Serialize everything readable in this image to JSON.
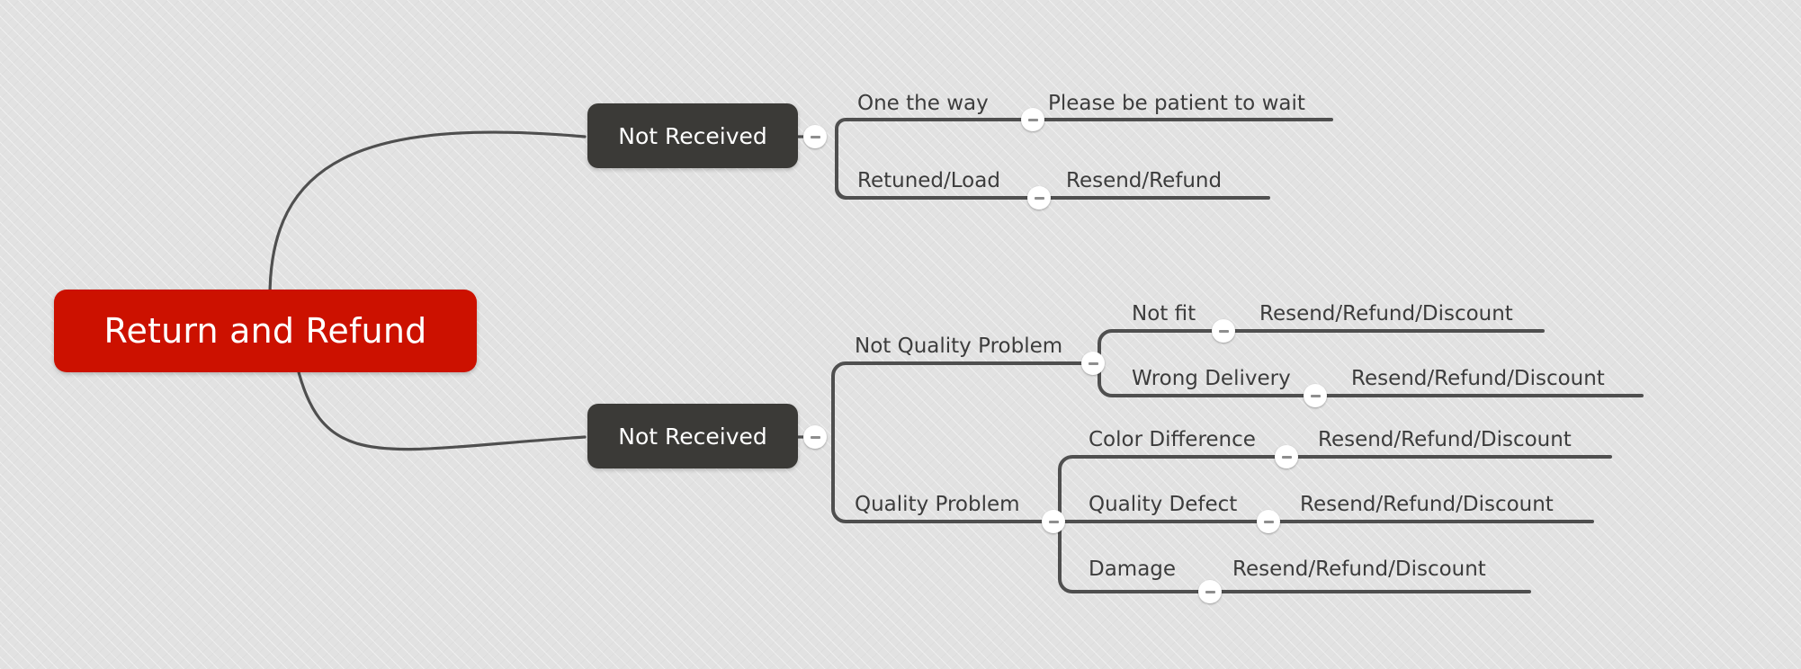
{
  "theme": {
    "background": "#e2e2e2",
    "root_fill": "#cc1100",
    "root_text": "#ffffff",
    "branch_fill": "#3b3a37",
    "branch_text": "#ffffff",
    "line_color": "#4f4f4f",
    "topic_text": "#3c3c3c",
    "toggle_fill": "#ffffff",
    "toggle_glyph": "#8d8d8d"
  },
  "mindmap": {
    "root": {
      "label": "Return and Refund"
    },
    "branches": [
      {
        "label": "Not Received",
        "children": [
          {
            "label": "One the way",
            "children": [
              {
                "label": "Please be patient to wait"
              }
            ]
          },
          {
            "label": "Retuned/Load",
            "children": [
              {
                "label": "Resend/Refund"
              }
            ]
          }
        ]
      },
      {
        "label": "Not Received",
        "children": [
          {
            "label": "Not Quality Problem",
            "children": [
              {
                "label": "Not fit",
                "children": [
                  {
                    "label": "Resend/Refund/Discount"
                  }
                ]
              },
              {
                "label": "Wrong Delivery",
                "children": [
                  {
                    "label": "Resend/Refund/Discount"
                  }
                ]
              }
            ]
          },
          {
            "label": "Quality Problem",
            "children": [
              {
                "label": "Color Difference",
                "children": [
                  {
                    "label": "Resend/Refund/Discount"
                  }
                ]
              },
              {
                "label": "Quality Defect",
                "children": [
                  {
                    "label": "Resend/Refund/Discount"
                  }
                ]
              },
              {
                "label": "Damage",
                "children": [
                  {
                    "label": "Resend/Refund/Discount"
                  }
                ]
              }
            ]
          }
        ]
      }
    ],
    "toggles": {
      "collapse_glyph": "minus-icon",
      "count": 12
    }
  }
}
